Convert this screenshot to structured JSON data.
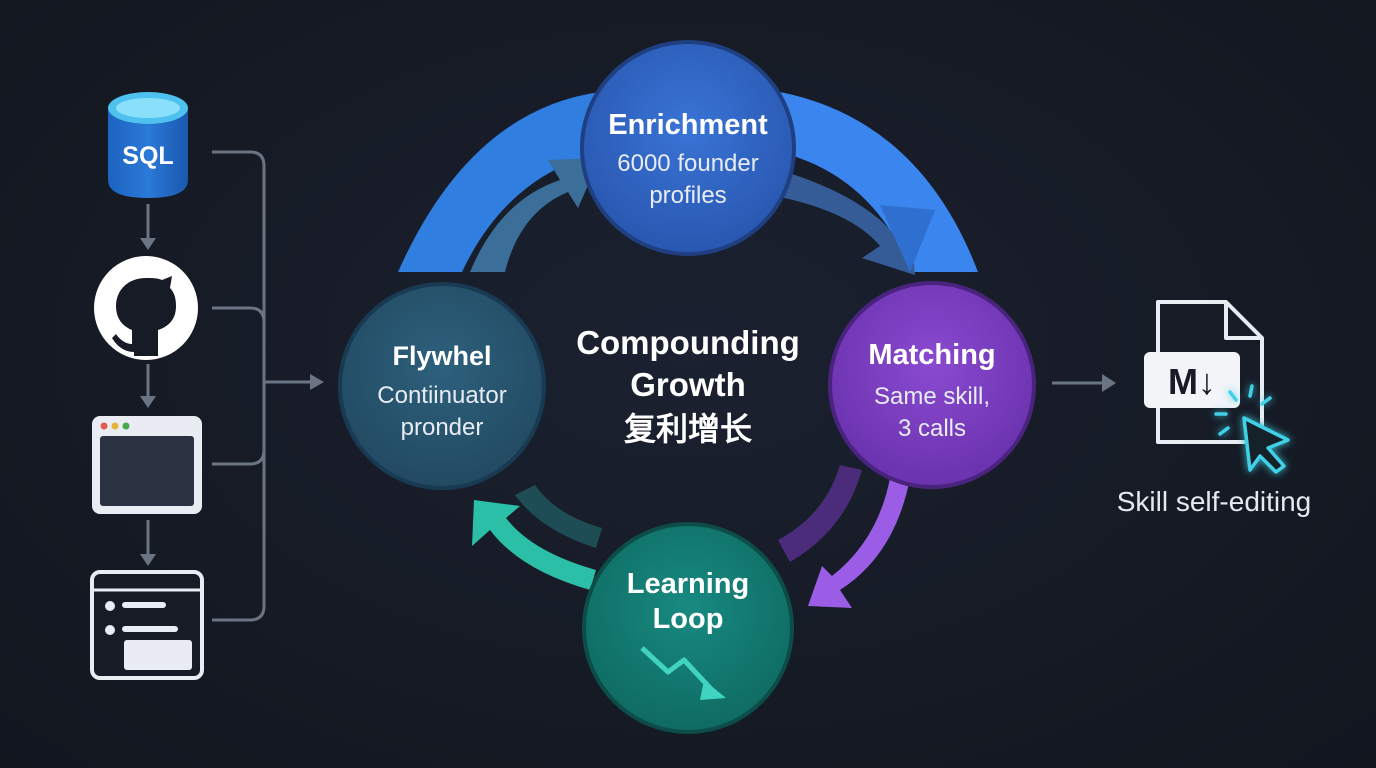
{
  "center": {
    "line1": "Compounding",
    "line2": "Growth",
    "line3": "复利增长"
  },
  "nodes": {
    "enrichment": {
      "title": "Enrichment",
      "sub1": "6000 founder",
      "sub2": "profiles",
      "color": "#2f63c4"
    },
    "matching": {
      "title": "Matching",
      "sub1": "Same skill,",
      "sub2": "3 calls",
      "color": "#7a3fc2"
    },
    "learning": {
      "title": "Learning",
      "title2": "Loop",
      "color": "#127a72"
    },
    "flywheel": {
      "title": "Flywhel",
      "sub1": "Contiinuator",
      "sub2": "pronder",
      "color": "#2a5570"
    }
  },
  "sources": {
    "sql_label": "SQL"
  },
  "output": {
    "doc_label": "M↓",
    "caption": "Skill self-editing"
  },
  "colors": {
    "background": "#161b26",
    "arc_blue": "#3a7fe0",
    "arc_purple": "#9b5de5",
    "arc_teal": "#2bbfa8",
    "connector": "#6b7483",
    "cursor_glow": "#3fd1e6"
  },
  "icons": [
    "database-icon",
    "github-icon",
    "browser-window-icon",
    "chat-window-icon",
    "markdown-file-icon",
    "cursor-click-icon",
    "trend-down-icon"
  ]
}
